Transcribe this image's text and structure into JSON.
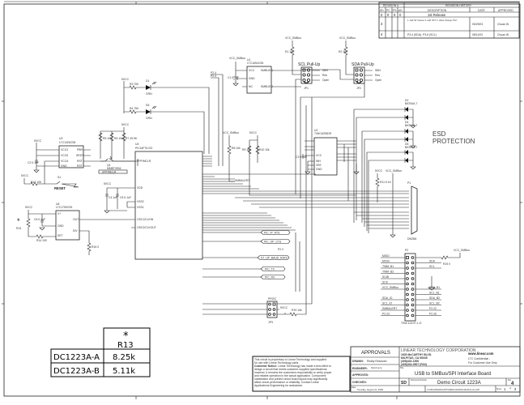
{
  "revision": {
    "header_left": "REVISION #",
    "header_right": "REVISION HISTORY",
    "columns": [
      "SD",
      "PC",
      "PS",
      "AD",
      "DESCRIPTION",
      "DATE",
      "APPROVED"
    ],
    "rows": [
      {
        "sd": "0",
        "pc": "0",
        "ps": "0",
        "ad": "0",
        "desc": "1st Release",
        "date": "",
        "approved": ""
      },
      {
        "sd": "3",
        "pc": "",
        "ps": "",
        "ad": "",
        "desc": "1. Add 'W' Version  2. Add 'JP3'  3. Value Change 'P10'",
        "date": "05/29/03",
        "approved": "Chuan W."
      },
      {
        "sd": "4",
        "pc": "",
        "ps": "",
        "ad": "",
        "desc": "P3.4 (SDA), P3.6 (SCL)",
        "date": "08/11/03",
        "approved": "Chuan W."
      }
    ]
  },
  "option_table": {
    "symbol": "*",
    "column": "R13",
    "rows": [
      {
        "variant": "DC1223A-A",
        "value": "8.25k"
      },
      {
        "variant": "DC1223A-B",
        "value": "5.11k"
      }
    ]
  },
  "disclaimer": {
    "line1": "This circuit is proprietary to Linear Technology and supplied",
    "line2": "for use with Linear Technology parts.",
    "bold": "Customer Notice:",
    "line3": " Linear Technology has made a best effort to",
    "line4": "design a circuit that meets customer-supplied specifications;",
    "line5": "however, it remains the customers responsibility to verify proper",
    "line6": "and reliable operation in the actual application. Component",
    "line7": "substitution and printed circuit board layout may significantly",
    "line8": "affect circuit performance or reliability. Contact Linear",
    "line9": "Applications Engineering for assistance."
  },
  "title_block": {
    "approvals": "APPROVALS",
    "drawn_label": "DRAWN:",
    "drawn_value": "Really Resolutio",
    "engineer_label": "ENGINEER:",
    "engineer_value": "David Lamy",
    "approved_label": "APPROVED:",
    "checked_label": "CHECKED:",
    "date_label": "Date:",
    "date_value": "Tuesday, August 11, 2009",
    "company": "LINEAR TECHNOLOGY CORPORATION",
    "address1": "1630 McCARTHY BLVD.",
    "address2": "MILPITAS, CA 95035",
    "phone": "(408)432-1900",
    "fax": "(408)434-0507 (FAX)",
    "website": "www.linear.com",
    "confidential1": "LTC Confidential -",
    "confidential2": "For Customer Use Only",
    "title_label": "Title",
    "title": "USB to SMBus/SPI Interface Board",
    "size": "SD",
    "doc_label": "Document Number",
    "doc_number": "Demo Circuit 1223A",
    "rev_label": "Rev",
    "rev": "4",
    "file_path": "C:\\ORCAD\\MAIN\\CAPTURE\\DC1223A\\DC1223A-B_04_SCH",
    "sheet_label": "Sheet",
    "sheet": "1",
    "of_label": "of",
    "sheets": "3"
  },
  "components": {
    "u1_ref": "U1",
    "u1_part": "LTC1694CS5",
    "u1_pins": [
      "VCC",
      "GND",
      "NC",
      "SMBUS 1",
      "SMBUS 2"
    ],
    "u2_ref": "U2",
    "u2_part": "74HC4053DR",
    "u2_pins": [
      "INH",
      "VEE",
      "GND",
      "VCC"
    ],
    "u3_ref": "U3",
    "u3_part": "LTC1326CS8",
    "u3_pins": [
      "VCC3",
      "VCC5",
      "VCCA",
      "GND",
      "PBR",
      "SRST",
      "RST",
      "RST"
    ],
    "u4_ref": "U4",
    "u4_part": "PIC16F76-SO",
    "u4_pins": [
      "VPP/MCLR",
      "VDD",
      "VSS2",
      "VSS1",
      "OSC1/CLKIN",
      "OSC2/CLKOUT"
    ],
    "u6_ref": "U6",
    "u6_part": "LTC1799CS5",
    "u6_pins": [
      "V+",
      "GND",
      "SET",
      "OUT",
      "DIV"
    ],
    "q1_ref": "Q1",
    "q1_part": "MMBT3904",
    "vppmclr": "VPP/MCLR",
    "jp1": "JP1",
    "jp1_title": "SCL Pull-Up",
    "jp2": "JP2",
    "jp2_title": "SDA Pull-Up",
    "jp3": "JP3",
    "jp3_title": "PROG",
    "jp_opts": [
      "SBH",
      "Res",
      "Open"
    ],
    "p1_ref": "P1",
    "p1_part": "DB25M",
    "p2_ref": "P2",
    "p2_part": "TSW-113-07-L-D",
    "s1_ref": "S1",
    "s1_label": "RESET",
    "d1": "D1",
    "d1_part": "GRN",
    "d6": "D6",
    "d6_part": "GRN",
    "d2": "D2",
    "d4": "D4",
    "d5": "D5",
    "dpart": "BAT54A-7",
    "r1": "R1 10k",
    "r2": "R2 10k",
    "r3": "R3 750",
    "r4": "R4 750",
    "r5": "R5 10k",
    "r6": "R6 10k",
    "r7": "R7 49.9K",
    "r8": "R8 10k",
    "r9": "R9 10k",
    "r10": "R10 10k",
    "r11": "R11 5.1K",
    "r12": "R12 10K",
    "r13": "R13",
    "r14": "R14 100",
    "r15": "R15 0",
    "r19": "R19 10k",
    "c1": "C1 0.1uF",
    "c2": "C2 0.1uF",
    "c3": "C3 0.1uF",
    "c4": "C4 1uF",
    "c5": "C5 0.1uF",
    "c6": "C6 0.1uF"
  },
  "nets": {
    "vcc_smbus": "VCC_SMBus",
    "vcc5": "5VCC",
    "p2_4": "P2.4",
    "p2_3": "P2.3",
    "p2_2": "P2.2",
    "pic_ip_rts": "PIC_IP_RTS",
    "pic_op_cts": "PIC_OP_CTS",
    "st_up_baud_rate": "ST_UP_BAUD_RATE",
    "pic_tx": "PIC_TX",
    "pic_rx": "PIC_RX",
    "smbalert": "SMBALERT",
    "p2_left": [
      "MISO",
      "MOSI",
      "TWM_B1",
      "TWM_B2",
      "SCIB",
      "SCK",
      "VCC_SMBus",
      "",
      "SDA_IO",
      "SCL_IO",
      "SMBALERT",
      "P2.23"
    ],
    "p2_right": [
      "",
      "SDA",
      "SCL",
      "",
      "",
      "",
      "SDA_B1",
      "SCL_B1",
      "SDA_B2",
      "SCL_B2",
      "P2.22",
      "P2.26"
    ]
  },
  "esd_label_1": "ESD",
  "esd_label_2": "PROTECTION"
}
